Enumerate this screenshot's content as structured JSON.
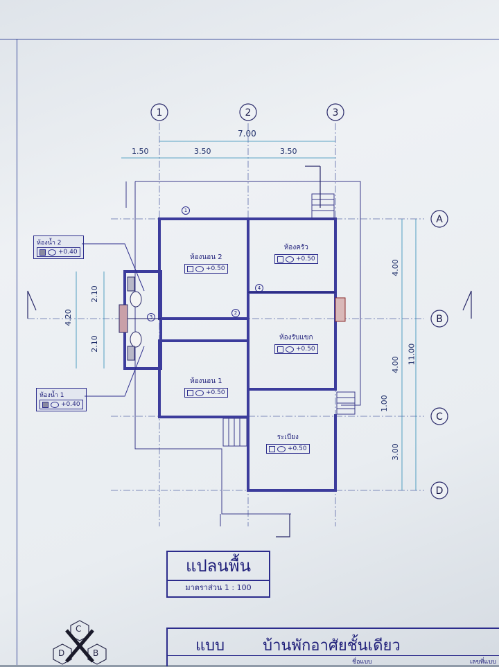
{
  "grid": {
    "columns": [
      "1",
      "2",
      "3"
    ],
    "rows": [
      "A",
      "B",
      "C",
      "D"
    ]
  },
  "dimensions": {
    "top_total": "7.00",
    "top_segments": [
      "1.50",
      "3.50",
      "3.50"
    ],
    "right_segments": [
      "4.00",
      "4.00",
      "1.00",
      "3.00"
    ],
    "right_total": "11.00",
    "left_segments": [
      "2.10",
      "2.10"
    ],
    "left_total": "4.20"
  },
  "rooms": [
    {
      "name": "ห้องนอน 2",
      "level": "+0.50"
    },
    {
      "name": "ห้องครัว",
      "level": "+0.50"
    },
    {
      "name": "ห้องรับแขก",
      "level": "+0.50"
    },
    {
      "name": "ห้องนอน 1",
      "level": "+0.50"
    },
    {
      "name": "ระเบียง",
      "level": "+0.50"
    }
  ],
  "callouts": [
    {
      "name": "ห้องน้ำ 2",
      "level": "+0.40"
    },
    {
      "name": "ห้องน้ำ 1",
      "level": "+0.40"
    }
  ],
  "door_markers": [
    "1",
    "2",
    "3",
    "4"
  ],
  "title": {
    "main": "แปลนพื้น",
    "scale": "มาตราส่วน  1 : 100"
  },
  "logo_letters": [
    "C",
    "D",
    "B"
  ],
  "title_block": {
    "type_label": "แบบ",
    "project_name": "บ้านพักอาศัยชั้นเดียว",
    "field_drawing_name": "ชื่อแบบ",
    "field_sheet_no": "เลขที่แบบ"
  },
  "colors": {
    "ink": "#2c2c8c",
    "cyan": "#2a8ab4",
    "wall": "#3c3c9c"
  }
}
